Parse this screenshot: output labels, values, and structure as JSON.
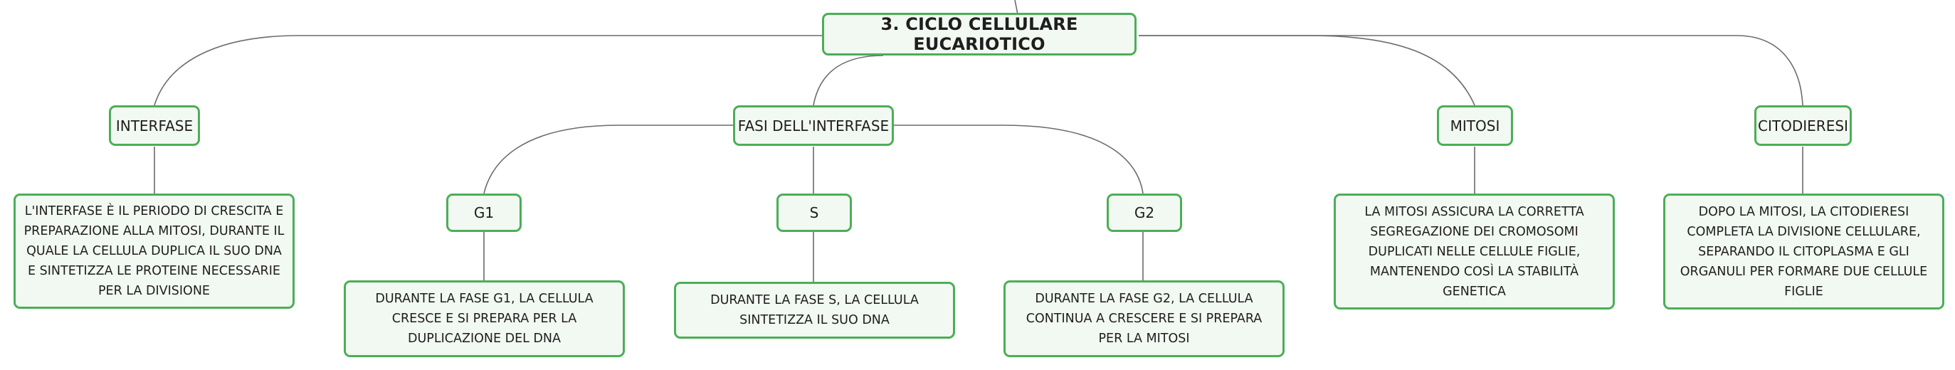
{
  "root": {
    "label": "3. CICLO CELLULARE EUCARIOTICO"
  },
  "topics": {
    "interfase": {
      "label": "INTERFASE"
    },
    "fasi": {
      "label": "FASI DELL'INTERFASE"
    },
    "mitosi": {
      "label": "MITOSI"
    },
    "citodieresi": {
      "label": "CITODIERESI"
    },
    "g1": {
      "label": "G1"
    },
    "s": {
      "label": "S"
    },
    "g2": {
      "label": "G2"
    }
  },
  "descriptions": {
    "interfase": "L'INTERFASE È IL PERIODO DI CRESCITA E PREPARAZIONE ALLA MITOSI, DURANTE IL QUALE LA CELLULA DUPLICA IL SUO DNA E SINTETIZZA LE PROTEINE NECESSARIE PER LA DIVISIONE",
    "g1": "DURANTE LA FASE G1, LA CELLULA CRESCE E SI PREPARA PER LA DUPLICAZIONE DEL DNA",
    "s": "DURANTE LA FASE S, LA CELLULA SINTETIZZA IL SUO DNA",
    "g2": "DURANTE LA FASE G2, LA CELLULA CONTINUA A CRESCERE E SI PREPARA PER LA MITOSI",
    "mitosi": "LA MITOSI ASSICURA LA CORRETTA SEGREGAZIONE DEI CROMOSOMI DUPLICATI NELLE CELLULE FIGLIE, MANTENENDO COSÌ LA STABILITÀ GENETICA",
    "citodieresi": "DOPO LA MITOSI, LA CITODIERESI COMPLETA LA DIVISIONE CELLULARE, SEPARANDO IL CITOPLASMA E GLI ORGANULI PER FORMARE DUE CELLULE FIGLIE"
  },
  "colors": {
    "node_border": "#4cae58",
    "node_fill": "#f2f8f2",
    "connector": "#6b6b6b"
  }
}
